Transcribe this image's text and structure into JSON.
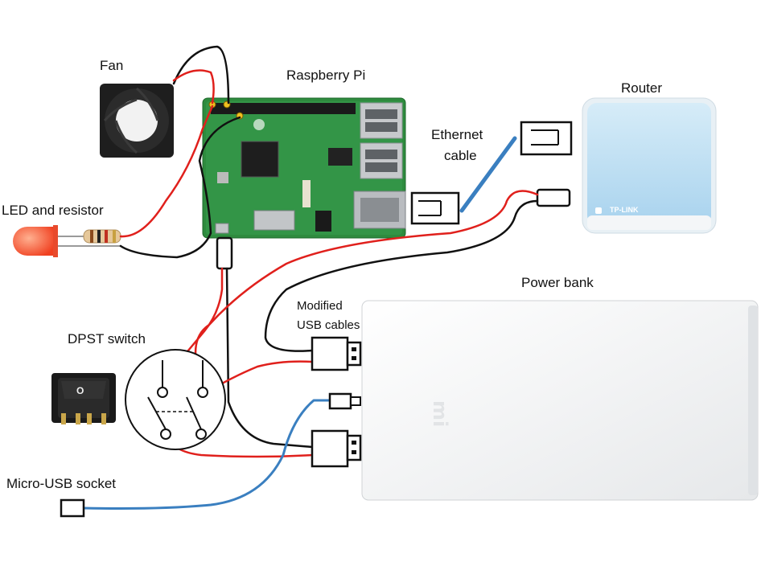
{
  "labels": {
    "fan": "Fan",
    "raspberry_pi": "Raspberry Pi",
    "router": "Router",
    "ethernet_line1": "Ethernet",
    "ethernet_line2": "cable",
    "led": "LED and resistor",
    "power_bank": "Power bank",
    "modified_line1": "Modified",
    "modified_line2": "USB cables",
    "dpst": "DPST switch",
    "micro_usb": "Micro-USB socket"
  },
  "devices": {
    "router_brand": "TP-LINK",
    "powerbank_brand": "mi"
  },
  "colors": {
    "wire_red": "#e0201c",
    "wire_black": "#111111",
    "wire_blue": "#3a7fc0",
    "pcb_green": "#2e8b3e",
    "router_blue": "#bfe0f2",
    "led_red": "#ff5a3c"
  }
}
